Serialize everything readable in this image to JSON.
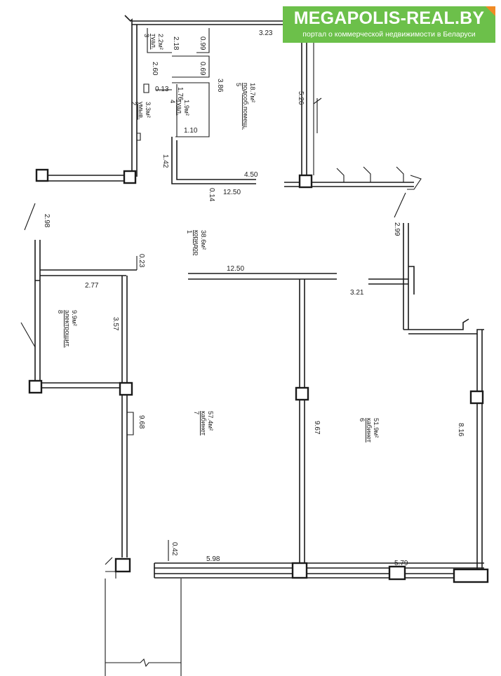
{
  "banner": {
    "title": "MEGAPOLIS-REAL.BY",
    "subtitle": "портал о коммерческой недвижимости в Беларуси",
    "bg_color": "#6cc04a",
    "corner_color": "#f08a24"
  },
  "rooms": [
    {
      "id": "1",
      "name": "коридор",
      "area": "38.6м²"
    },
    {
      "id": "2",
      "name": "умыв.",
      "area": "3.3м²"
    },
    {
      "id": "3",
      "name": "туал.",
      "area": "2.2м²"
    },
    {
      "id": "4",
      "name": "туал.",
      "area": "1.9м²"
    },
    {
      "id": "5",
      "name": "подсоб.помещ.",
      "area": "18.7м²"
    },
    {
      "id": "6",
      "name": "кабинет",
      "area": "51.9м²"
    },
    {
      "id": "7",
      "name": "кабинет",
      "area": "57.4м²"
    },
    {
      "id": "8",
      "name": "электрощит.",
      "area": "9.9м²"
    }
  ],
  "dimensions": {
    "d_2_18": "2.18",
    "d_0_99": "0.99",
    "d_3_23": "3.23",
    "d_0_69": "0.69",
    "d_2_60": "2.60",
    "d_0_13": "0.13",
    "d_1_76": "1.76",
    "d_3_86": "3.86",
    "d_5_26": "5.26",
    "d_1_10": "1.10",
    "d_1_42": "1.42",
    "d_4_50": "4.50",
    "d_12_50_top": "12.50",
    "d_0_14": "0.14",
    "d_2_98": "2.98",
    "d_2_99": "2.99",
    "d_0_23": "0.23",
    "d_12_50_mid": "12.50",
    "d_2_77": "2.77",
    "d_3_21": "3.21",
    "d_3_57": "3.57",
    "d_9_68": "9.68",
    "d_9_67": "9.67",
    "d_8_16": "8.16",
    "d_0_42": "0.42",
    "d_5_98": "5.98",
    "d_5_79": "5.79"
  }
}
